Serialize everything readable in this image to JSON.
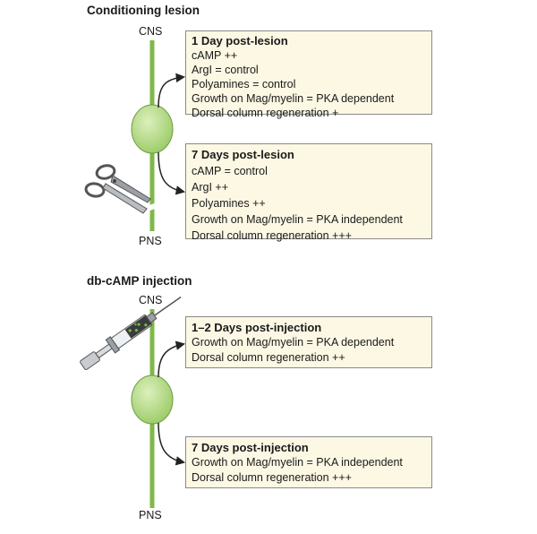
{
  "sections": [
    {
      "title": "Conditioning lesion",
      "top_label": "CNS",
      "bottom_label": "PNS",
      "boxes": [
        {
          "header": "1 Day post-lesion",
          "lines": [
            "cAMP ++",
            "ArgI = control",
            "Polyamines = control",
            "Growth on Mag/myelin = PKA dependent",
            "Dorsal column regeneration +"
          ]
        },
        {
          "header": "7 Days post-lesion",
          "lines": [
            "cAMP = control",
            "ArgI ++",
            "Polyamines ++",
            "Growth on Mag/myelin = PKA independent",
            "Dorsal column regeneration  +++"
          ]
        }
      ]
    },
    {
      "title": "db-cAMP injection",
      "top_label": "CNS",
      "bottom_label": "PNS",
      "boxes": [
        {
          "header": "1–2 Days post-injection",
          "lines": [
            "Growth on Mag/myelin = PKA dependent",
            "Dorsal column regeneration ++"
          ]
        },
        {
          "header": "7 Days post-injection",
          "lines": [
            "Growth on Mag/myelin = PKA independent",
            "Dorsal column regeneration +++"
          ]
        }
      ]
    }
  ],
  "colors": {
    "axon": "#7fb84a",
    "soma": "#b9df8c",
    "box_fill": "#fdf8e4",
    "box_border": "#8a8a8a",
    "arrow": "#222222"
  }
}
